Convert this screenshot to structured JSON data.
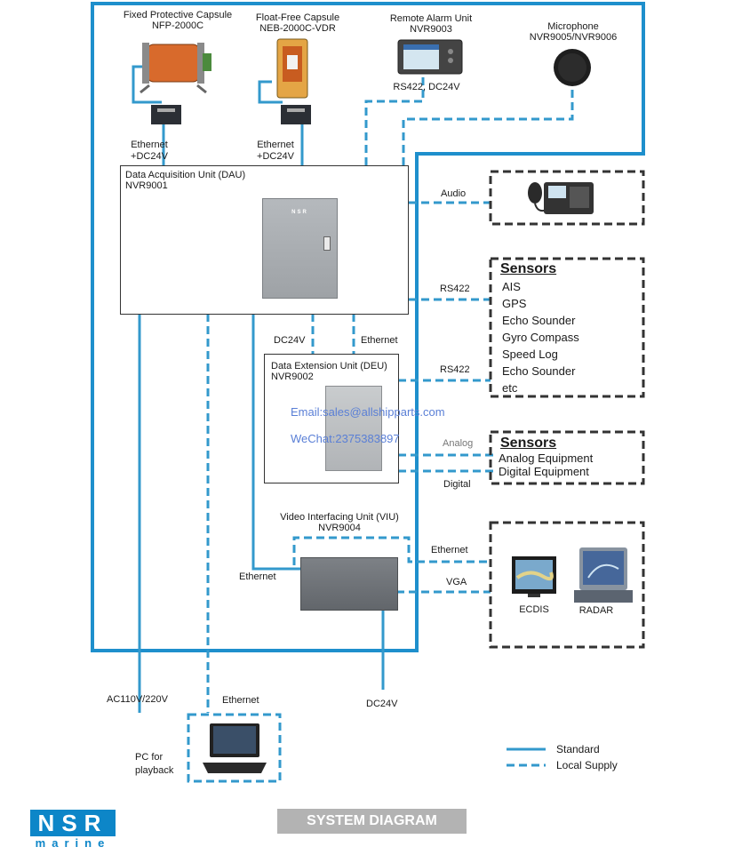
{
  "units": {
    "fpc": {
      "title": "Fixed Protective Capsule",
      "model": "NFP-2000C",
      "link": "Ethernet",
      "power": "+DC24V"
    },
    "ffc": {
      "title": "Float-Free Capsule",
      "model": "NEB-2000C-VDR",
      "link": "Ethernet",
      "power": "+DC24V"
    },
    "rau": {
      "title": "Remote Alarm Unit",
      "model": "NVR9003",
      "link": "RS422, DC24V"
    },
    "mic": {
      "title": "Microphone",
      "model": "NVR9005/NVR9006"
    },
    "dau": {
      "title": "Data Acquisition Unit (DAU)",
      "model": "NVR9001",
      "logo": "NSR"
    },
    "deu": {
      "title": "Data Extension Unit (DEU)",
      "model": "NVR9002",
      "link_left": "DC24V",
      "link_right": "Ethernet"
    },
    "viu": {
      "title": "Video Interfacing Unit (VIU)",
      "model": "NVR9004"
    }
  },
  "connections": {
    "audio": "Audio",
    "rs422_a": "RS422",
    "rs422_b": "RS422",
    "analog": "Analog",
    "digital": "Digital",
    "eth_viu_left": "Ethernet",
    "eth_viu_right": "Ethernet",
    "vga": "VGA",
    "ac": "AC110V/220V",
    "eth_pc": "Ethernet",
    "dc_viu": "DC24V"
  },
  "sensors1": {
    "title": "Sensors",
    "items": [
      "AIS",
      "GPS",
      "Echo Sounder",
      "Gyro Compass",
      "Speed Log",
      "Echo Sounder",
      "etc"
    ]
  },
  "sensors2": {
    "title": "Sensors",
    "items": [
      "Analog Equipment",
      "Digital Equipment"
    ]
  },
  "display": {
    "ecdis": "ECDIS",
    "radar": "RADAR"
  },
  "pc": {
    "label_1": "PC for",
    "label_2": "playback"
  },
  "legend": {
    "standard": "Standard",
    "local": "Local Supply"
  },
  "watermark": {
    "email": "Email:sales@allshipparts.com",
    "wechat": "WeChat:2375383897"
  },
  "footer": {
    "title": "SYSTEM DIAGRAM",
    "logo_top": "NSR",
    "logo_bottom": "marine"
  },
  "colors": {
    "line": "#3399cc",
    "frame": "#1e8fcc",
    "logo": "#0d86c8"
  }
}
